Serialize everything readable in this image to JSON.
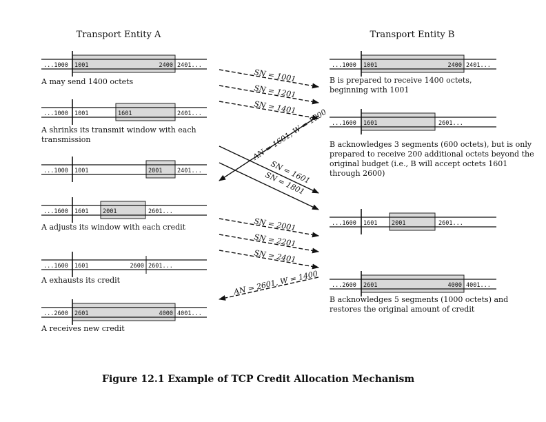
{
  "headers": {
    "entity_a": "Transport Entity A",
    "entity_b": "Transport Entity B"
  },
  "a_windows": [
    {
      "labels": [
        "...1000",
        "1001",
        "2400",
        "2401..."
      ],
      "caption": [
        "A may send 1400 octets"
      ]
    },
    {
      "labels": [
        "...1000",
        "1001",
        "1601",
        "2401..."
      ],
      "caption": [
        "A shrinks its transmit window with each",
        "transmission"
      ]
    },
    {
      "labels": [
        "...1000",
        "1001",
        "2001",
        "2401..."
      ],
      "caption": []
    },
    {
      "labels": [
        "...1600",
        "1601",
        "2001",
        "2601..."
      ],
      "caption": [
        "A adjusts its window with each credit"
      ]
    },
    {
      "labels": [
        "...1600",
        "1601",
        "2600",
        "2601..."
      ],
      "caption": [
        "A exhausts its credit"
      ]
    },
    {
      "labels": [
        "...2600",
        "2601",
        "4000",
        "4001..."
      ],
      "caption": [
        "A receives new credit"
      ]
    }
  ],
  "b_windows": [
    {
      "labels": [
        "...1000",
        "1001",
        "2400",
        "2401..."
      ],
      "caption": [
        "B is prepared to receive 1400 octets,",
        "beginning with 1001"
      ]
    },
    {
      "labels": [
        "...1600",
        "1601",
        "2601..."
      ],
      "caption": [
        "B acknowledges 3 segments (600 octets), but is only",
        "prepared to receive 200 additional octets beyond the",
        "original budget (i.e., B will accept octets 1601",
        "through 2600)"
      ]
    },
    {
      "labels": [
        "...1600",
        "1601",
        "2001",
        "2601..."
      ],
      "caption": []
    },
    {
      "labels": [
        "...2600",
        "2601",
        "4000",
        "4001..."
      ],
      "caption": [
        "B acknowledges 5 segments (1000 octets) and",
        "restores the original amount of credit"
      ]
    }
  ],
  "arrows": [
    {
      "label": "SN = 1001"
    },
    {
      "label": "SN = 1201"
    },
    {
      "label": "SN = 1401"
    },
    {
      "label": "AN = 1601, W = 1000"
    },
    {
      "label": "SN = 1601"
    },
    {
      "label": "SN = 1801"
    },
    {
      "label": "SN = 2001"
    },
    {
      "label": "SN = 2201"
    },
    {
      "label": "SN = 2401"
    },
    {
      "label": "AN = 2601, W = 1400"
    }
  ],
  "figure_caption": "Figure 12.1 Example of TCP Credit Allocation Mechanism"
}
